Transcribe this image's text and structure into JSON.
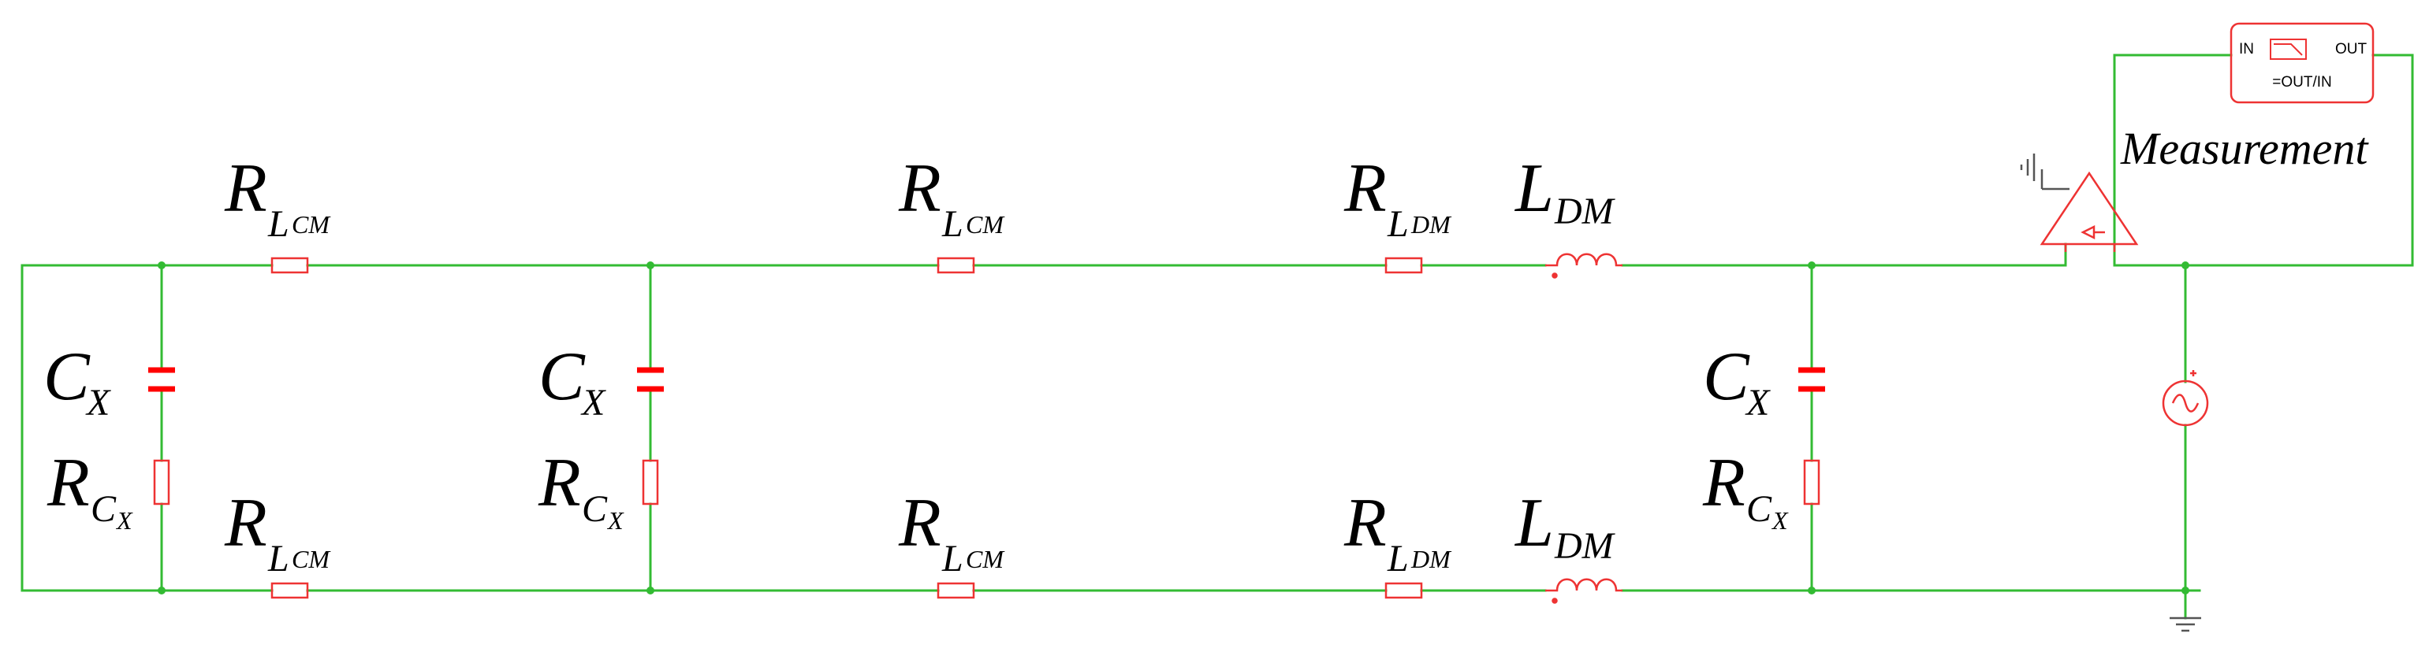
{
  "colors": {
    "wire": "#33bb33",
    "component": "#ee3333",
    "capacitor": "#ff0000",
    "text": "#000000",
    "ground": "#555555"
  },
  "labels": {
    "cx": {
      "main": "C",
      "sub": "X"
    },
    "rcx": {
      "main": "R",
      "sub": "C",
      "subsub": "X"
    },
    "rlcm": {
      "main": "R",
      "sub": "L",
      "subsub": "CM"
    },
    "rldm": {
      "main": "R",
      "sub": "L",
      "subsub": "DM"
    },
    "ldm": {
      "main": "L",
      "sub": "DM"
    }
  },
  "measurement": {
    "label": "Measurement",
    "in_label": "IN",
    "out_label": "OUT",
    "formula": "=OUT/IN"
  },
  "icons": [
    "capacitor-icon",
    "resistor-icon",
    "inductor-icon",
    "op-amp-icon",
    "ac-source-icon",
    "ground-icon",
    "filter-icon"
  ]
}
